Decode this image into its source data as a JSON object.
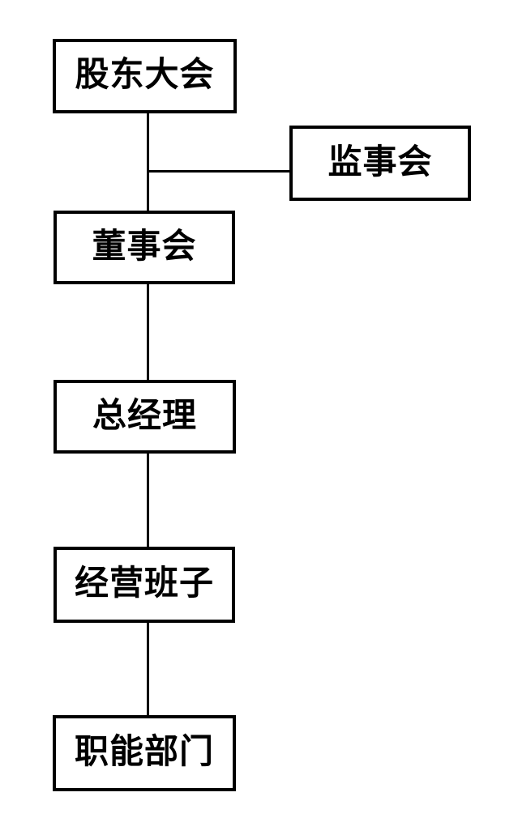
{
  "diagram": {
    "type": "org-chart",
    "background_color": "#ffffff",
    "box_fill_color": "#ffffff",
    "box_border_color": "#000000",
    "line_color": "#000000",
    "text_color": "#000000",
    "nodes": [
      {
        "id": "shareholders-meeting",
        "label": "股东大会"
      },
      {
        "id": "supervisory-board",
        "label": "监事会"
      },
      {
        "id": "board-of-directors",
        "label": "董事会"
      },
      {
        "id": "general-manager",
        "label": "总经理"
      },
      {
        "id": "management-team",
        "label": "经营班子"
      },
      {
        "id": "functional-departments",
        "label": "职能部门"
      }
    ],
    "edges": [
      {
        "from": "shareholders-meeting",
        "to": "board-of-directors",
        "orientation": "vertical"
      },
      {
        "from": "shareholders-meeting",
        "to": "supervisory-board",
        "orientation": "horizontal-branch"
      },
      {
        "from": "board-of-directors",
        "to": "general-manager",
        "orientation": "vertical"
      },
      {
        "from": "general-manager",
        "to": "management-team",
        "orientation": "vertical"
      },
      {
        "from": "management-team",
        "to": "functional-departments",
        "orientation": "vertical"
      }
    ]
  }
}
